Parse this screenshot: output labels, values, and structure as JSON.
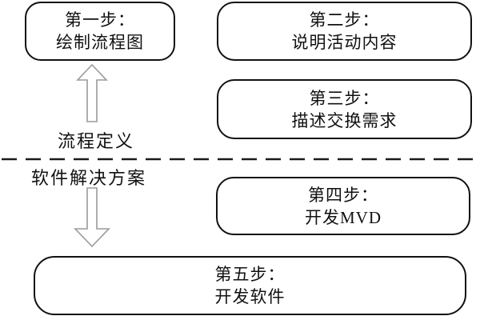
{
  "diagram": {
    "steps": [
      {
        "line1": "第一步：",
        "line2": "绘制流程图"
      },
      {
        "line1": "第二步：",
        "line2": "说明活动内容"
      },
      {
        "line1": "第三步：",
        "line2": "描述交换需求"
      },
      {
        "line1": "第四步：",
        "line2": "开发MVD"
      },
      {
        "line1": "第五步：",
        "line2": "开发软件"
      }
    ],
    "labels": {
      "upper": "流程定义",
      "lower": "软件解决方案"
    },
    "icons": {
      "up_arrow": "up-arrow-icon",
      "down_arrow": "down-arrow-icon"
    },
    "colors": {
      "box_border": "#111111",
      "text": "#111111",
      "arrow_stroke": "#9a9a9a",
      "arrow_fill": "#ffffff",
      "divider": "#1a1a1a",
      "background": "#ffffff"
    }
  }
}
